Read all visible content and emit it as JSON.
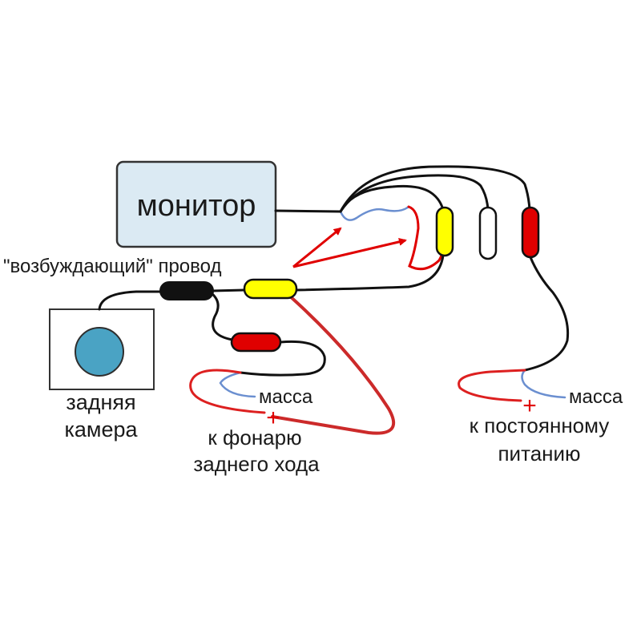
{
  "monitor": {
    "label": "монитор"
  },
  "trigger_wire": {
    "label": "\"возбуждающий\" провод"
  },
  "camera": {
    "label_line1": "задняя",
    "label_line2": "камера"
  },
  "reverse_light": {
    "ground_label": "масса",
    "plus_sign": "+",
    "label_line1": "к фонарю",
    "label_line2": "заднего хода"
  },
  "constant_power": {
    "ground_label": "масса",
    "plus_sign": "+",
    "label_line1": "к постоянному",
    "label_line2": "питанию"
  },
  "colors": {
    "wire": "#111111",
    "red": "#e00000",
    "red_wire": "#dd2020",
    "trace_red": "#cc2a2a",
    "yellow": "#ffff00",
    "blue_wire": "#6b8fd0",
    "monitor_fill": "#dbeaf3",
    "camera_lens": "#4aa3c4"
  }
}
